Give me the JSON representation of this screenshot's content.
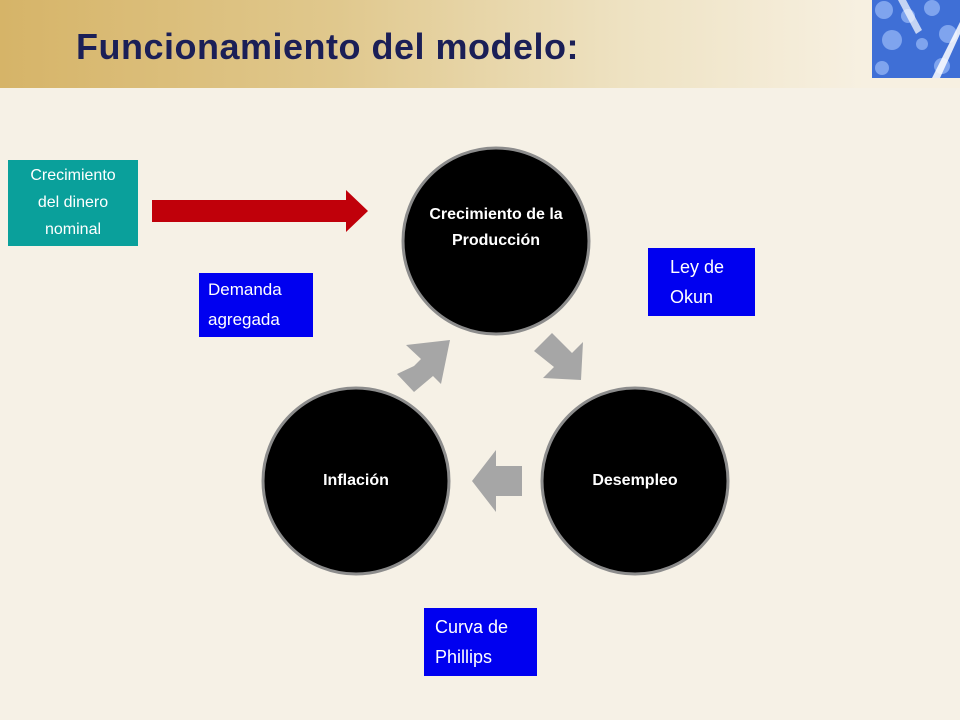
{
  "slide": {
    "title": "Funcionamiento del modelo:"
  },
  "cycle": {
    "nodes": [
      {
        "id": "production",
        "label": "Crecimiento de la Producción"
      },
      {
        "id": "unemployment",
        "label": "Desempleo"
      },
      {
        "id": "inflation",
        "label": "Inflación"
      }
    ]
  },
  "boxes": {
    "money_growth": "Crecimiento del dinero nominal",
    "aggregate_demand": "Demanda agregada",
    "okun_law": "Ley de Okun",
    "phillips_curve": "Curva de Phillips"
  },
  "colors": {
    "title": "#1b1f57",
    "circle_fill": "#000000",
    "circle_border": "#8c8c8c",
    "arrow_gray": "#a6a6a6",
    "input_arrow": "#c0000a",
    "teal_box": "#0aa09b",
    "blue_box": "#0000f0"
  }
}
